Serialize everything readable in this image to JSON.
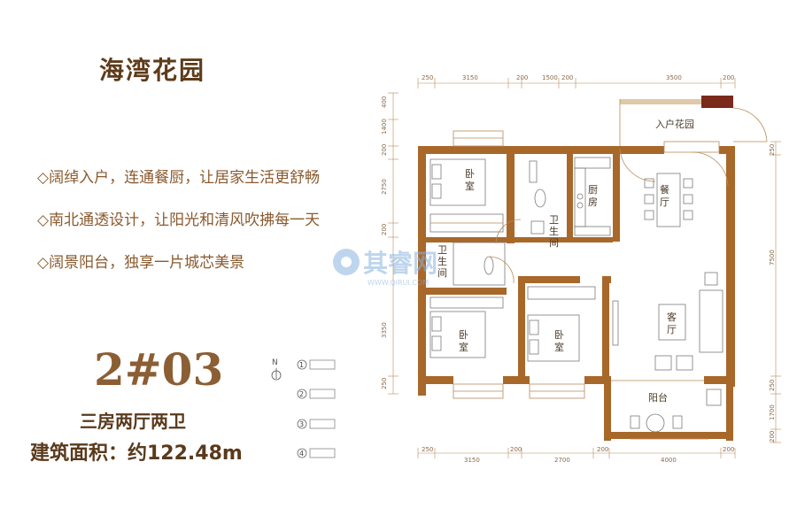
{
  "title": "海湾花园",
  "features": [
    "◇阔绰入户，连通餐厨，让居家生活更舒畅",
    "◇南北通透设计，让阳光和清风吹拂每一天",
    "◇阔景阳台，独享一片城芯美景"
  ],
  "unit": "2#03",
  "layout": "三房两厅两卫",
  "area": "建筑面积：约122.48m",
  "rooms": {
    "garden": "入户花园",
    "bed1_a": "卧",
    "bed1_b": "室",
    "bath1_a": "卫",
    "bath1_b": "生",
    "bath1_c": "间",
    "bath2_a": "卫",
    "bath2_b": "生",
    "bath2_c": "间",
    "kitchen_a": "厨",
    "kitchen_b": "房",
    "dining_a": "餐",
    "dining_b": "厅",
    "living_a": "客",
    "living_b": "厅",
    "bed2_a": "卧",
    "bed2_b": "室",
    "bed3_a": "卧",
    "bed3_b": "室",
    "balcony": "阳台"
  },
  "dims_top": [
    "250",
    "3150",
    "200",
    "1500",
    "200",
    "3500",
    "200"
  ],
  "dims_bottom": [
    "250",
    "3150",
    "200",
    "2700",
    "200",
    "4000",
    "200"
  ],
  "dims_left": [
    "400",
    "1400",
    "200",
    "2750",
    "200",
    "3350",
    "250"
  ],
  "dims_right": [
    "250",
    "7500",
    "250",
    "1700",
    "200"
  ],
  "compass": "N",
  "keyplan": [
    "1",
    "2",
    "3",
    "4"
  ],
  "watermark": "其睿网",
  "watermark_sub": "WWW.QIRUI.COM"
}
